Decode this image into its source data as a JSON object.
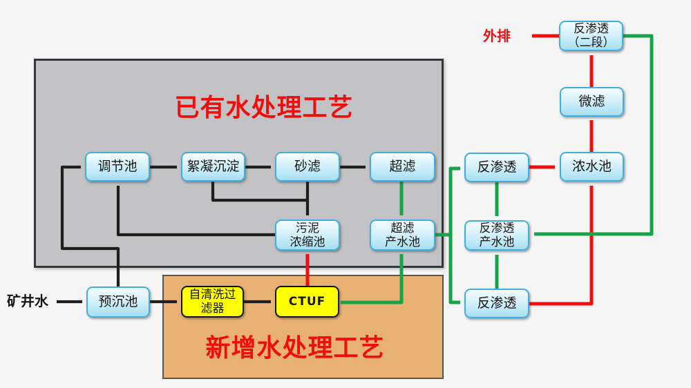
{
  "diagram": {
    "existing_process_title": "已有水处理工艺",
    "new_process_title": "新增水处理工艺",
    "source_label": "矿井水",
    "discharge_label": "外排",
    "nodes": {
      "regulating_tank": "调节池",
      "flocculation_sedimentation": "絮凝沉淀",
      "sand_filter": "砂滤",
      "ultrafiltration": "超滤",
      "sludge_thickener": "污泥\n浓缩池",
      "uf_product_tank": "超滤\n产水池",
      "pre_sedimentation_tank": "预沉池",
      "self_cleaning_filter": "自清洗过\n滤器",
      "ctuf": "CTUF",
      "reverse_osmosis_1": "反渗透",
      "concentrate_tank": "浓水池",
      "microfiltration": "微滤",
      "reverse_osmosis_stage2": "反渗透\n（二段）",
      "ro_product_tank": "反渗透\n产水池",
      "reverse_osmosis_2": "反渗透"
    },
    "colors": {
      "flow_black": "#1e1e1e",
      "flow_red": "#ee0f0f",
      "flow_green": "#18a349",
      "existing_zone_fill": "#c3c3c5",
      "new_zone_fill": "#eab272",
      "node_border_blue": "#43aede",
      "node_fill_blue": "#a5dff3",
      "highlight_yellow": "#feff00",
      "title_red": "#f20d0d",
      "page_background": "#f5f5f6"
    }
  }
}
